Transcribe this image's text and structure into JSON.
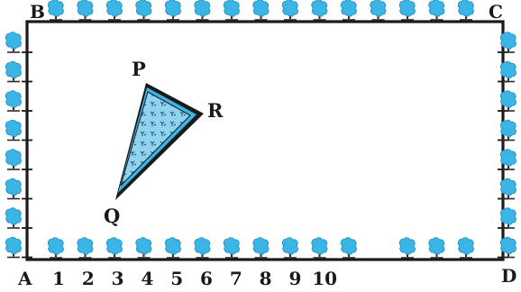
{
  "corners": {
    "top_left": "B",
    "top_right": "C",
    "bottom_left": "A",
    "bottom_right": "D"
  },
  "triangle": {
    "vertices": {
      "top": "P",
      "right": "R",
      "bottom": "Q"
    },
    "fill_color": "#8fd3ef",
    "pattern_color": "#1f4f6a"
  },
  "bottom_axis_labels": [
    "1",
    "2",
    "3",
    "4",
    "5",
    "6",
    "7",
    "8",
    "9",
    "10"
  ],
  "colors": {
    "border": "#1a1a1a",
    "plant": "#3bb4e6",
    "plant_dark": "#1f8cc0",
    "plant_stem": "#2a2a2a"
  }
}
